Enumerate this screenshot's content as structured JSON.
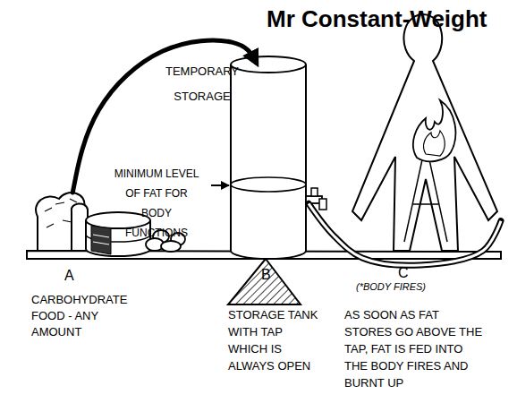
{
  "diagram": {
    "title": "Mr Constant-Weight",
    "nodes": [
      {
        "text": [
          "A"
        ]
      },
      {
        "text": [
          "B"
        ]
      },
      {
        "text": [
          "C"
        ]
      }
    ],
    "edges": [
      {
        "from": 0,
        "to": 1,
        "arrow": "to",
        "label": "TEMPORARY STORAGE"
      },
      {
        "from": 1,
        "to": 2,
        "arrow": "none"
      }
    ],
    "labels": [
      "MINIMUM LEVEL OF FAT FOR BODY FUNCTIONS",
      "CARBOHYDRATE FOOD - ANY AMOUNT",
      "STORAGE TANK WITH TAP WHICH IS ALWAYS OPEN",
      "(*BODY FIRES)",
      "AS SOON AS FAT STORES GO ABOVE THE TAP, FAT IS FED INTO THE BODY FIRES AND BURNT UP"
    ]
  }
}
